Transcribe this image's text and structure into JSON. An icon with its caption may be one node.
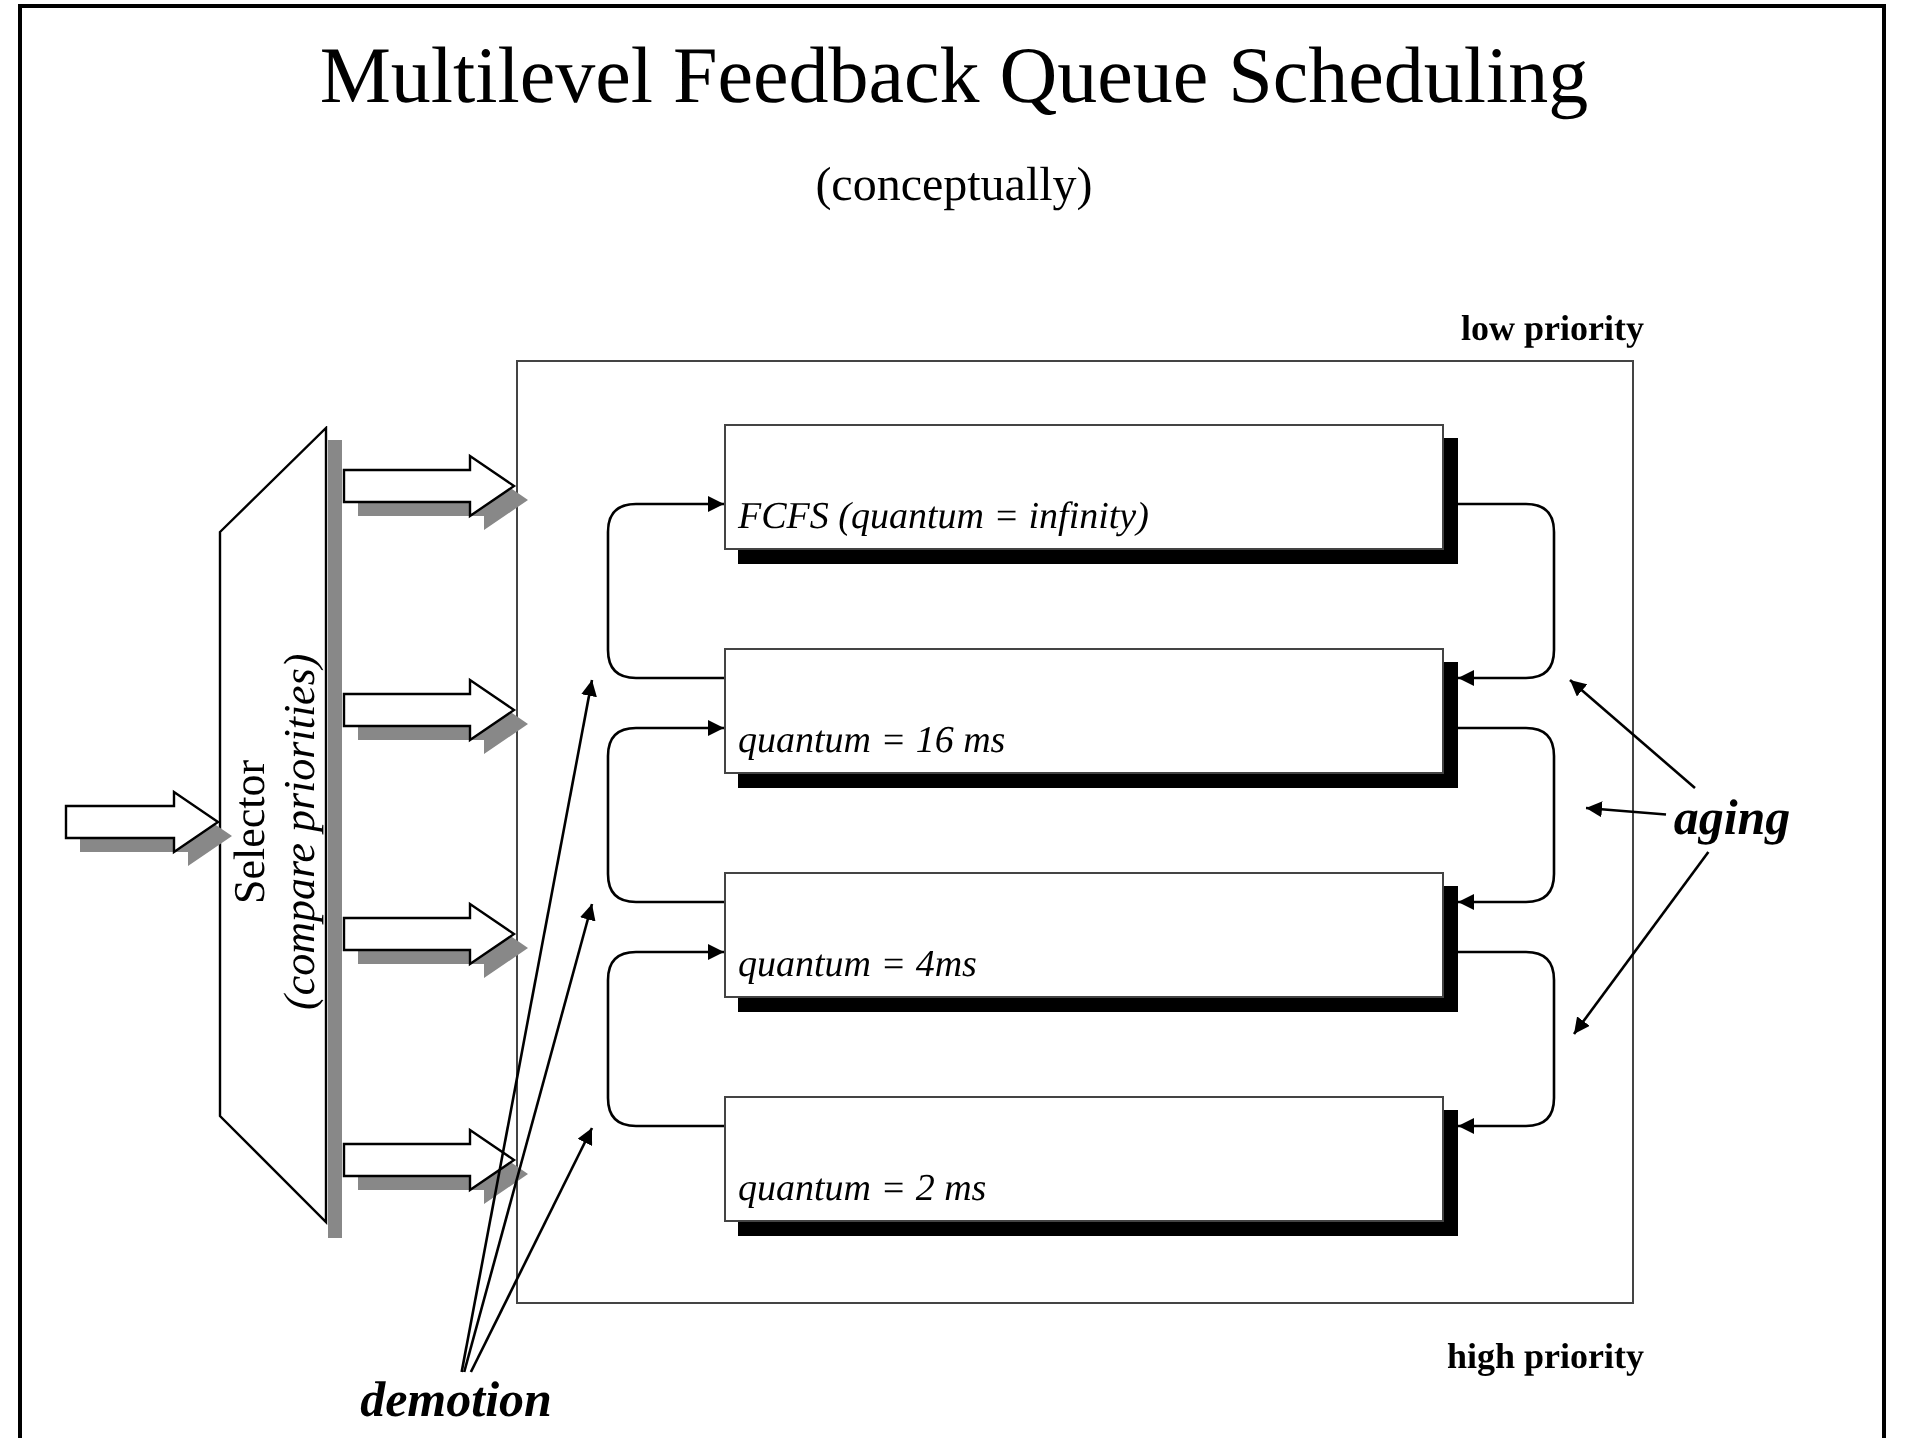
{
  "diagram": {
    "title": "Multilevel Feedback Queue Scheduling",
    "nodes": [
      {
        "text": [
          "Selector",
          "(compare priorities)"
        ]
      },
      {
        "text": [],
        "shape": "box",
        "beside": [
          "low priority",
          "high priority"
        ]
      },
      {
        "text": [
          "FCFS (quantum = infinity)"
        ],
        "in": 1
      },
      {
        "text": [
          "quantum = 16 ms"
        ],
        "in": 1
      },
      {
        "text": [
          "quantum = 4ms"
        ],
        "in": 1
      },
      {
        "text": [
          "quantum = 2 ms"
        ],
        "in": 1
      },
      {
        "text": [
          "demotion"
        ]
      },
      {
        "text": [
          "aging"
        ]
      }
    ],
    "edges": [
      {
        "from": null,
        "to": 0,
        "arrow": "to",
        "style": "thick"
      },
      {
        "from": 0,
        "to": 1,
        "arrow": "to",
        "style": "thick"
      },
      {
        "from": 0,
        "to": 1,
        "arrow": "to",
        "style": "thick"
      },
      {
        "from": 0,
        "to": 1,
        "arrow": "to",
        "style": "thick"
      },
      {
        "from": 0,
        "to": 1,
        "arrow": "to",
        "style": "thick"
      },
      {
        "from": 3,
        "to": 2,
        "arrow": "to"
      },
      {
        "from": 4,
        "to": 3,
        "arrow": "to"
      },
      {
        "from": 5,
        "to": 4,
        "arrow": "to"
      },
      {
        "from": 2,
        "to": 3,
        "arrow": "to"
      },
      {
        "from": 3,
        "to": 4,
        "arrow": "to"
      },
      {
        "from": 4,
        "to": 5,
        "arrow": "to"
      },
      {
        "from": 6,
        "to": null,
        "arrow": "to"
      },
      {
        "from": 6,
        "to": null,
        "arrow": "to"
      },
      {
        "from": 6,
        "to": null,
        "arrow": "to"
      },
      {
        "from": 7,
        "to": 1,
        "arrow": "to"
      },
      {
        "from": 7,
        "to": 1,
        "arrow": "to"
      },
      {
        "from": 7,
        "to": 1,
        "arrow": "to"
      }
    ],
    "labels": [
      "(conceptually)"
    ]
  }
}
